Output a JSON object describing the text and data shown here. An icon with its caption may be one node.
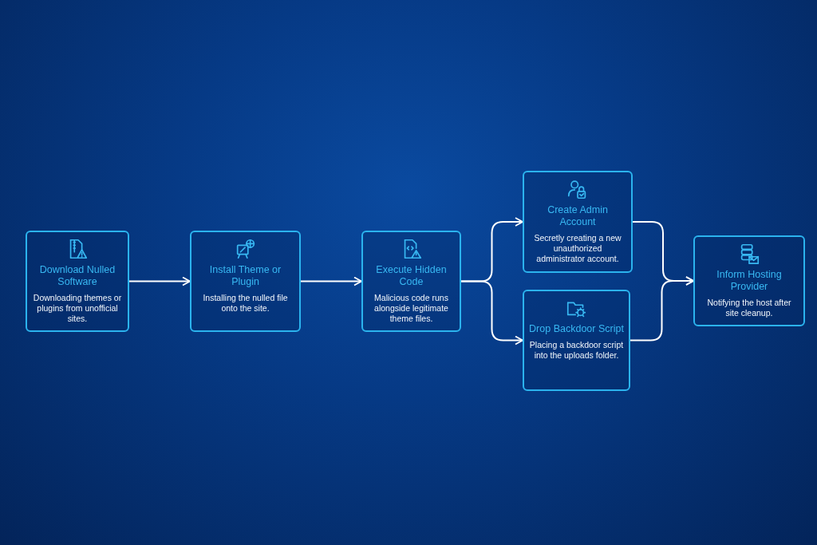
{
  "diagram": {
    "nodes": [
      {
        "text": [
          "Download Nulled Software",
          "Downloading themes or plugins from unofficial sites."
        ]
      },
      {
        "text": [
          "Install Theme or Plugin",
          "Installing the nulled file onto the site."
        ]
      },
      {
        "text": [
          "Execute Hidden Code",
          "Malicious code runs alongside legitimate theme files."
        ]
      },
      {
        "text": [
          "Create Admin Account",
          "Secretly creating a new unauthorized administrator account."
        ]
      },
      {
        "text": [
          "Drop Backdoor Script",
          "Placing a backdoor script into the uploads folder."
        ]
      },
      {
        "text": [
          "Inform Hosting Provider",
          "Notifying the host after site cleanup."
        ]
      }
    ],
    "edges": [
      {
        "from": 0,
        "to": 1,
        "arrow": "to"
      },
      {
        "from": 1,
        "to": 2,
        "arrow": "to"
      },
      {
        "from": 2,
        "to": 3,
        "arrow": "to"
      },
      {
        "from": 2,
        "to": 4,
        "arrow": "to"
      },
      {
        "from": 3,
        "to": 5,
        "arrow": "to"
      },
      {
        "from": 4,
        "to": 5,
        "arrow": "to"
      }
    ]
  }
}
